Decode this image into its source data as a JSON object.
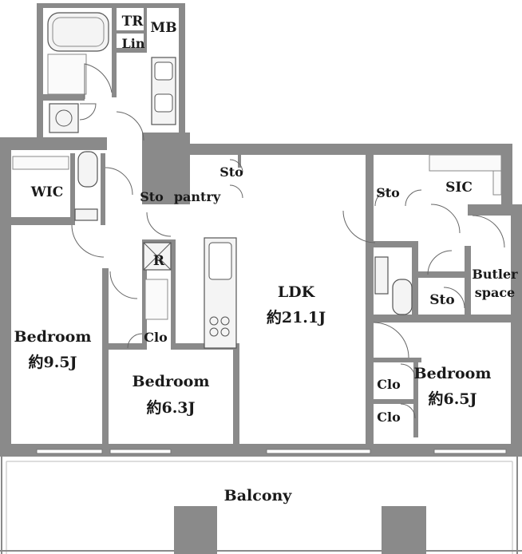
{
  "floorplan": {
    "rooms": {
      "tr": "TR",
      "mb": "MB",
      "lin": "Lin",
      "wic": "WIC",
      "sto_entry": "Sto",
      "sto_hall": "Sto",
      "pantry": "pantry",
      "sto_right": "Sto",
      "sic": "SIC",
      "sto_right2": "Sto",
      "butler_line1": "Butler",
      "butler_line2": "space",
      "r": "R",
      "clo_mid": "Clo",
      "ldk_name": "LDK",
      "ldk_area": "約21.1J",
      "bed1_name": "Bedroom",
      "bed1_area": "約9.5J",
      "bed2_name": "Bedroom",
      "bed2_area": "約6.3J",
      "bed3_name": "Bedroom",
      "bed3_area": "約6.5J",
      "clo_right1": "Clo",
      "clo_right2": "Clo",
      "balcony": "Balcony"
    }
  }
}
